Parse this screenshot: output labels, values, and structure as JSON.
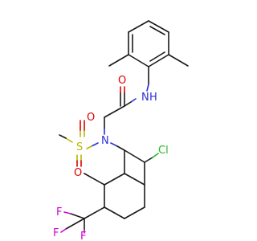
{
  "molecule": {
    "atoms": {
      "amide_n": "N",
      "amide_h": "H",
      "carbonyl_o": "O",
      "sulfonyl_n": "N",
      "sulfur": "S",
      "sulfonyl_o_top": "O",
      "sulfonyl_o_bottom": "O",
      "chlorine": "Cl",
      "fluorine_top": "F",
      "fluorine_left": "F",
      "fluorine_bottom": "F"
    },
    "colors": {
      "carbon_bond": "#1a1a1a",
      "nitrogen": "#2a2fd6",
      "oxygen": "#e00000",
      "sulfur": "#b8b800",
      "chlorine": "#23b823",
      "fluorine": "#d000d0"
    }
  }
}
